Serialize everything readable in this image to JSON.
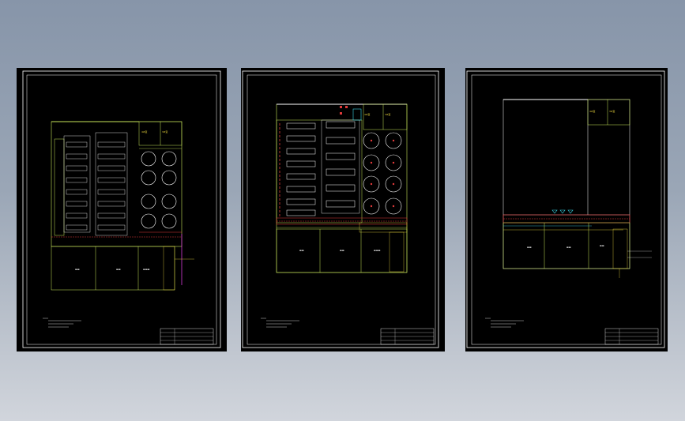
{
  "sheets": [
    {
      "id": "sheet-1"
    },
    {
      "id": "sheet-2"
    },
    {
      "id": "sheet-3"
    }
  ],
  "labels": {
    "room_a": "4#变",
    "room_b": "3#变"
  },
  "colors": {
    "background_top": "#8795a9",
    "sheet": "#000000",
    "frame": "#ffffff",
    "wall": "#c8e65a",
    "tank": "#ffffff",
    "pipe_red": "#e23a3a",
    "pipe_cyan": "#3ad6e6",
    "pipe_magenta": "#d23ad6",
    "pipe_yellow": "#e6d23a"
  }
}
